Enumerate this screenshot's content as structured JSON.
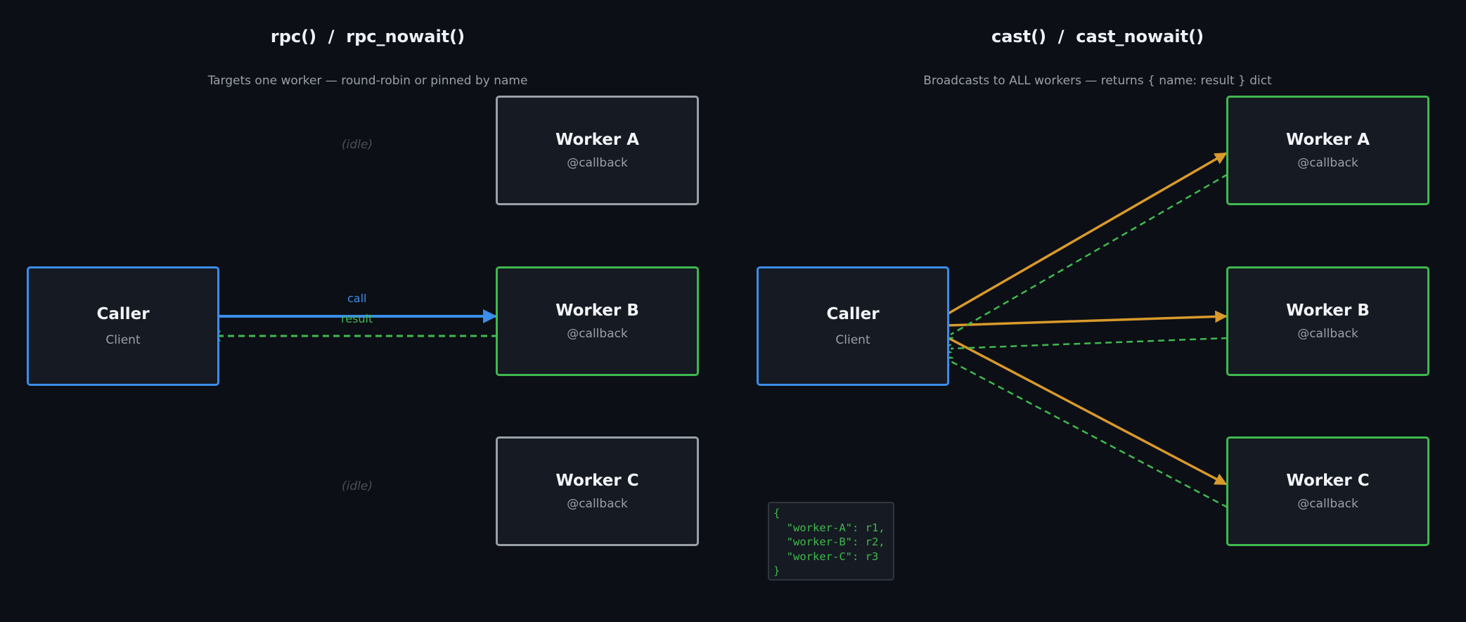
{
  "left_panel": {
    "title": "rpc()  /  rpc_nowait()",
    "subtitle": "Targets one worker — round-robin or pinned by name",
    "caller": {
      "title": "Caller",
      "subtitle": "Client"
    },
    "workers": [
      {
        "title": "Worker A",
        "subtitle": "@callback",
        "state": "idle",
        "idle_label": "(idle)"
      },
      {
        "title": "Worker B",
        "subtitle": "@callback",
        "state": "active"
      },
      {
        "title": "Worker C",
        "subtitle": "@callback",
        "state": "idle",
        "idle_label": "(idle)"
      }
    ],
    "call_label": "call",
    "result_label": "result"
  },
  "right_panel": {
    "title": "cast()  /  cast_nowait()",
    "subtitle": "Broadcasts to ALL workers — returns { name: result } dict",
    "caller": {
      "title": "Caller",
      "subtitle": "Client"
    },
    "workers": [
      {
        "title": "Worker A",
        "subtitle": "@callback",
        "state": "active"
      },
      {
        "title": "Worker B",
        "subtitle": "@callback",
        "state": "active"
      },
      {
        "title": "Worker C",
        "subtitle": "@callback",
        "state": "active"
      }
    ],
    "result_json": "{\n  \"worker-A\": r1,\n  \"worker-B\": r2,\n  \"worker-C\": r3\n}"
  },
  "colors": {
    "background": "#0c0f16",
    "caller_border": "#3b8eea",
    "active_border": "#3fb94e",
    "idle_border": "#9aa0a8",
    "call_arrow": "#3b8eea",
    "cast_arrow": "#d99a2b",
    "result_arrow": "#3fb94e"
  }
}
